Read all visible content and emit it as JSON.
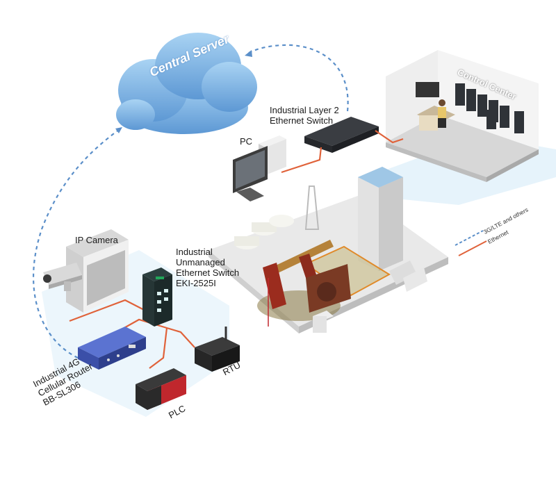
{
  "cloud": {
    "title": "Central Server"
  },
  "control_center": {
    "title": "Control Center"
  },
  "labels": {
    "pc": "PC",
    "l2_switch": [
      "Industrial Layer 2",
      "Ethernet Switch"
    ],
    "ip_camera": "IP Camera",
    "unmanaged_switch": [
      "Industrial",
      "Unmanaged",
      "Ethernet Switch",
      "EKI-2525I"
    ],
    "router": [
      "Industrial 4G",
      "Cellular Router",
      "BB-SL306"
    ],
    "plc": "PLC",
    "rtu": "RTU"
  },
  "legend": {
    "items": [
      {
        "label": "3G/LTE and others",
        "style": "dashed",
        "color": "#5b8fc9"
      },
      {
        "label": "Ethernet",
        "style": "solid",
        "color": "#e0623a"
      }
    ]
  },
  "colors": {
    "cellular_link": "#5b8fc9",
    "ethernet_link": "#e0623a",
    "cloud": "#8ec0ea",
    "device_blue": "#3b4fa8",
    "plc_red": "#c0272d"
  }
}
